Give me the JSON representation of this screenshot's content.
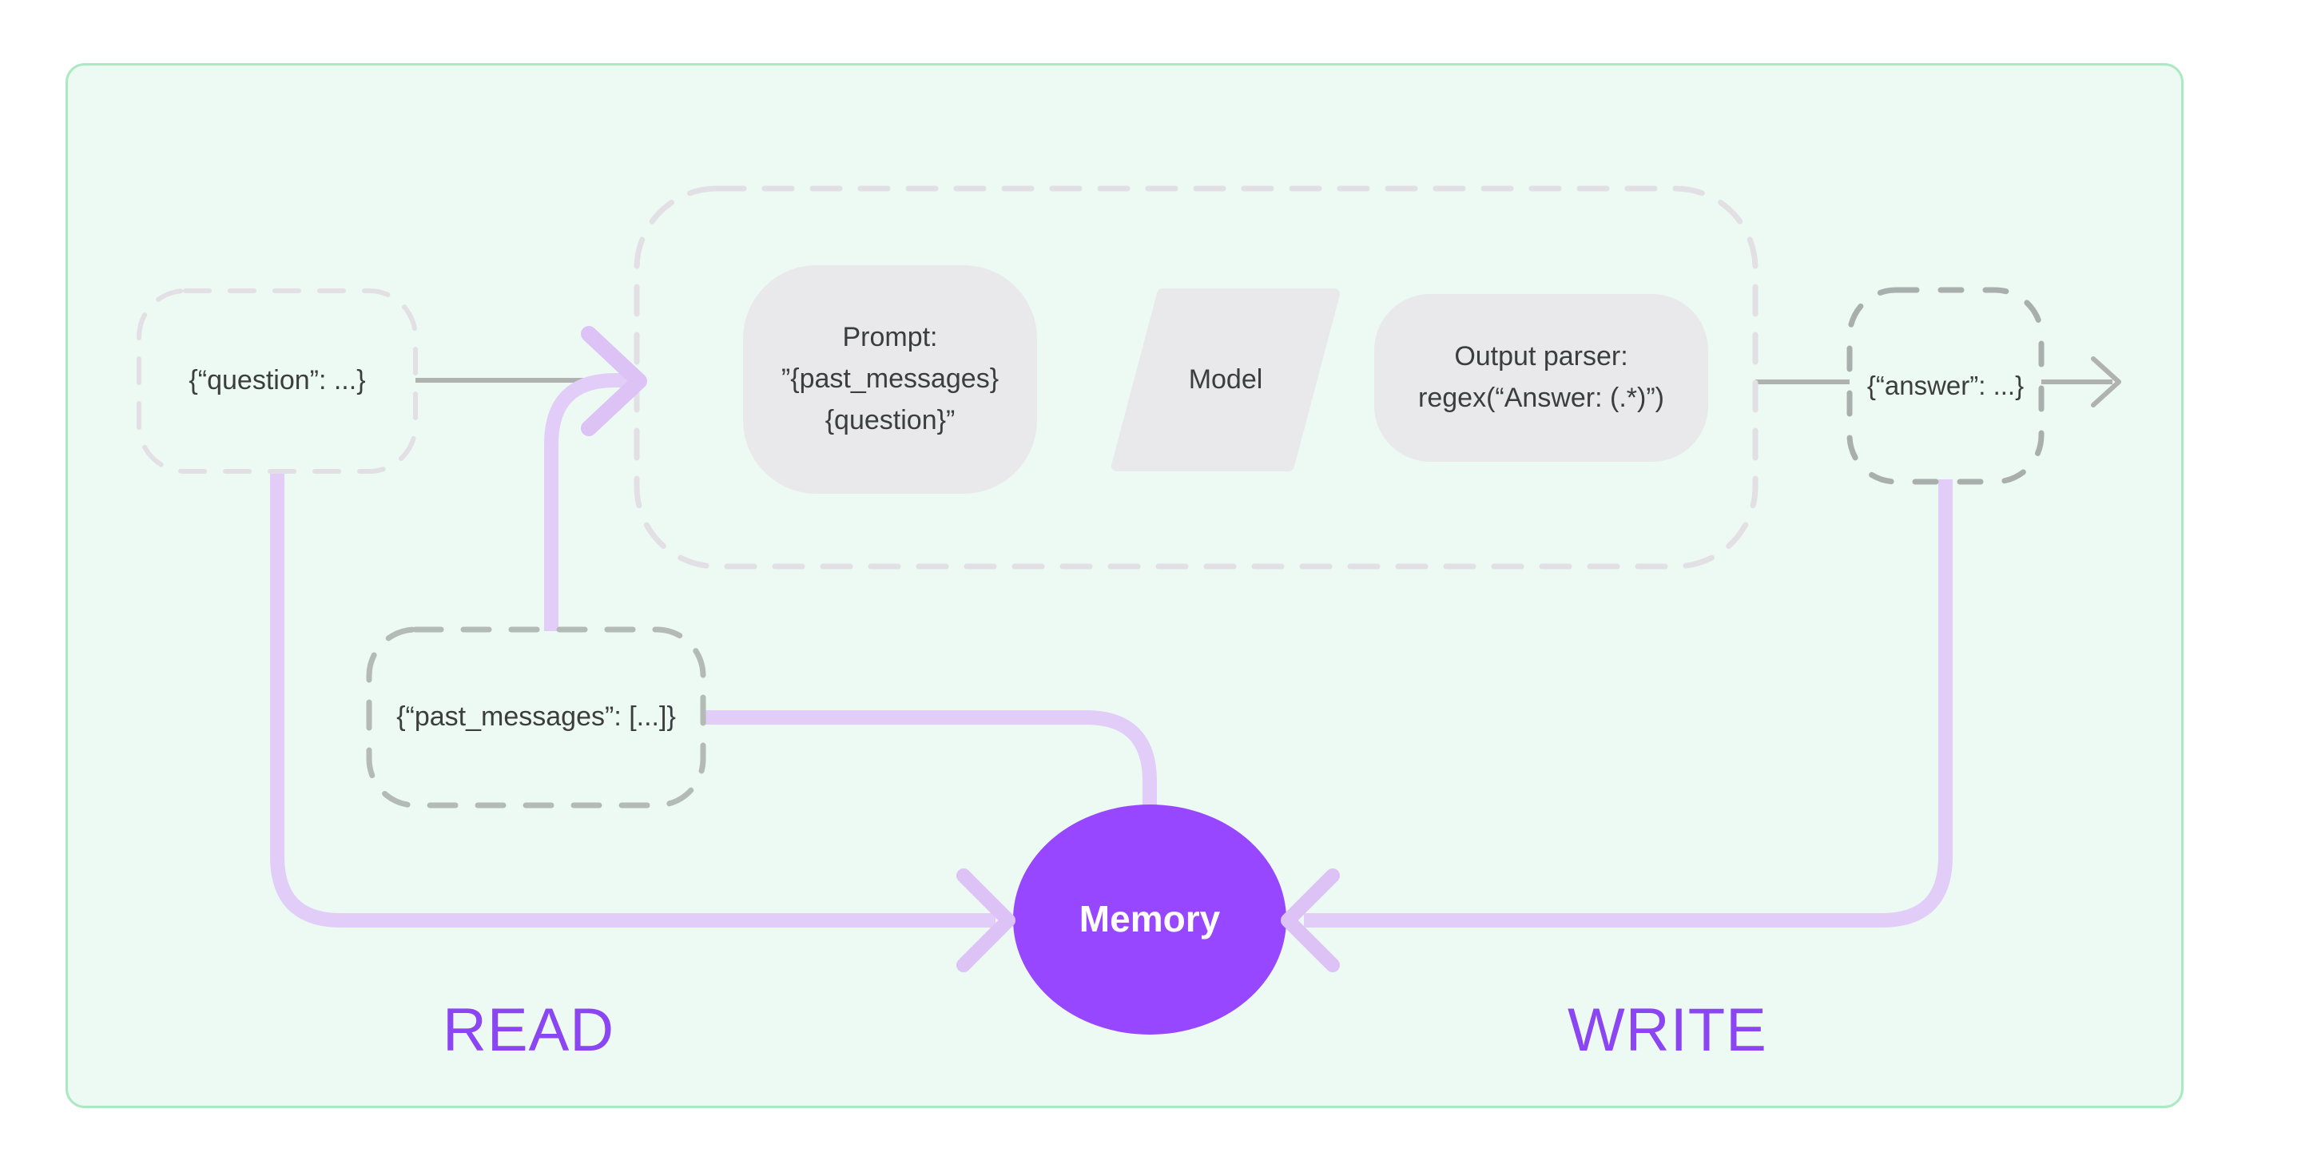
{
  "nodes": {
    "question": {
      "label": "{“question”: ...}"
    },
    "prompt": {
      "lines": [
        "Prompt:",
        "”{past_messages}",
        "{question}”"
      ]
    },
    "model": {
      "label": "Model"
    },
    "output_parser": {
      "lines": [
        "Output parser:",
        "regex(“Answer: (.*)”)"
      ]
    },
    "answer": {
      "label": "{“answer”: ...}"
    },
    "past_messages": {
      "label": "{“past_messages”: [...]}"
    },
    "memory": {
      "label": "Memory"
    }
  },
  "annotations": {
    "read": "READ",
    "write": "WRITE"
  },
  "colors": {
    "page_background": "#ffffff",
    "panel_fill": "#edfaf3",
    "panel_border": "#abe9c2",
    "node_fill": "#e9e9eb",
    "node_text": "#3b3e3d",
    "dashed_light": "#e2dfe5",
    "dashed_past_messages": "#b4bab6",
    "dashed_answer": "#a9afac",
    "flow_line": "#e2cdf8",
    "flow_arrow": "#dcc2f5",
    "gray_connector": "#b0b2b0",
    "memory_fill": "#9747ff",
    "memory_text": "#ffffff",
    "annotation_text": "#8b45f2"
  }
}
